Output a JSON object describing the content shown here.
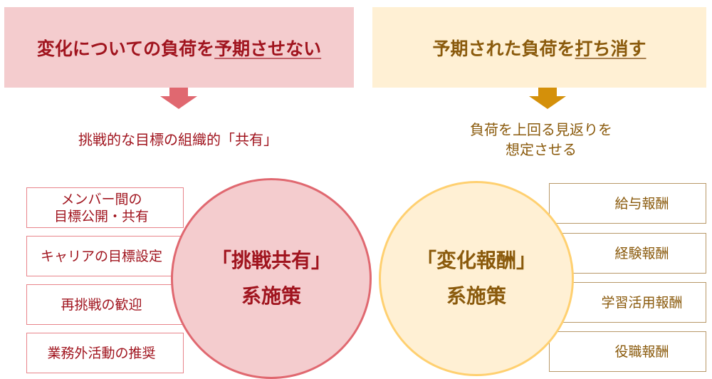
{
  "left": {
    "header": {
      "prefix": "変化についての負荷を",
      "emphasis": "予期させない"
    },
    "subtitle": "挑戦的な目標の組織的「共有」",
    "circle": {
      "line1": "「挑戦共有」",
      "line2": "系施策"
    },
    "items": [
      {
        "line1": "メンバー間の",
        "line2": "目標公開・共有"
      },
      {
        "line1": "キャリアの目標設定",
        "line2": ""
      },
      {
        "line1": "再挑戦の歓迎",
        "line2": ""
      },
      {
        "line1": "業務外活動の推奨",
        "line2": ""
      }
    ],
    "colors": {
      "fill": "#F4CCCE",
      "accent": "#E06870",
      "text": "#A0141E"
    }
  },
  "right": {
    "header": {
      "prefix": "予期された負荷を",
      "emphasis": "打ち消す"
    },
    "subtitle": {
      "line1": "負荷を上回る見返りを",
      "line2": "想定させる"
    },
    "circle": {
      "line1": "「変化報酬」",
      "line2": "系施策"
    },
    "items": [
      {
        "line1": "給与報酬"
      },
      {
        "line1": "経験報酬"
      },
      {
        "line1": "学習活用報酬"
      },
      {
        "line1": "役職報酬"
      }
    ],
    "colors": {
      "fill": "#FFF0D4",
      "accent": "#D4900A",
      "text": "#8A5A0C"
    }
  }
}
